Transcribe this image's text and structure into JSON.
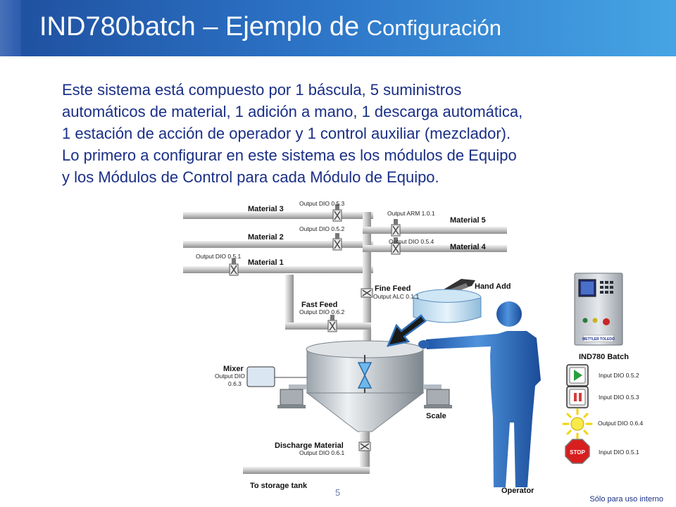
{
  "header": {
    "title_main": "IND780batch – Ejemplo de",
    "title_tail": "Configuración"
  },
  "body": {
    "lines": [
      "Este sistema está compuesto por 1 báscula, 5 suministros",
      "automáticos de material, 1 adición a mano, 1 descarga automática,",
      "1 estación de acción de operador y 1 control auxiliar (mezclador).",
      "Lo primero a configurar en este sistema es los módulos de Equipo",
      "y los Módulos de Control para cada Módulo de Equipo."
    ]
  },
  "diagram": {
    "materials": {
      "m3": "Material 3",
      "m2": "Material 2",
      "m1": "Material 1",
      "m5": "Material 5",
      "m4": "Material 4"
    },
    "outputs": {
      "dio053": "Output DIO 0.5.3",
      "dio052": "Output DIO 0.5.2",
      "dio051": "Output DIO 0.5.1",
      "arm101": "Output ARM 1.0.1",
      "dio054": "Output DIO 0.5.4",
      "alc011": "Output ALC 0.1.1",
      "dio062": "Output DIO 0.6.2",
      "dio061": "Output DIO 0.6.1"
    },
    "labels": {
      "fine_feed": "Fine Feed",
      "fast_feed": "Fast Feed",
      "hand_add": "Hand Add",
      "mixer": "Mixer",
      "mixer_out1": "Output DIO",
      "mixer_out2": "0.6.3",
      "scale": "Scale",
      "discharge": "Discharge Material",
      "storage": "To storage tank",
      "operator": "Operator",
      "terminal": "IND780 Batch",
      "brand": "METTLER TOLEDO",
      "stop": "STOP"
    },
    "io": {
      "start": "Input DIO 0.5.2",
      "pause": "Input DIO 0.5.3",
      "light": "Output DIO 0.6.4",
      "stop": "Input DIO 0.5.1"
    }
  },
  "footer": {
    "page": "5",
    "note": "Sólo para uso interno"
  }
}
